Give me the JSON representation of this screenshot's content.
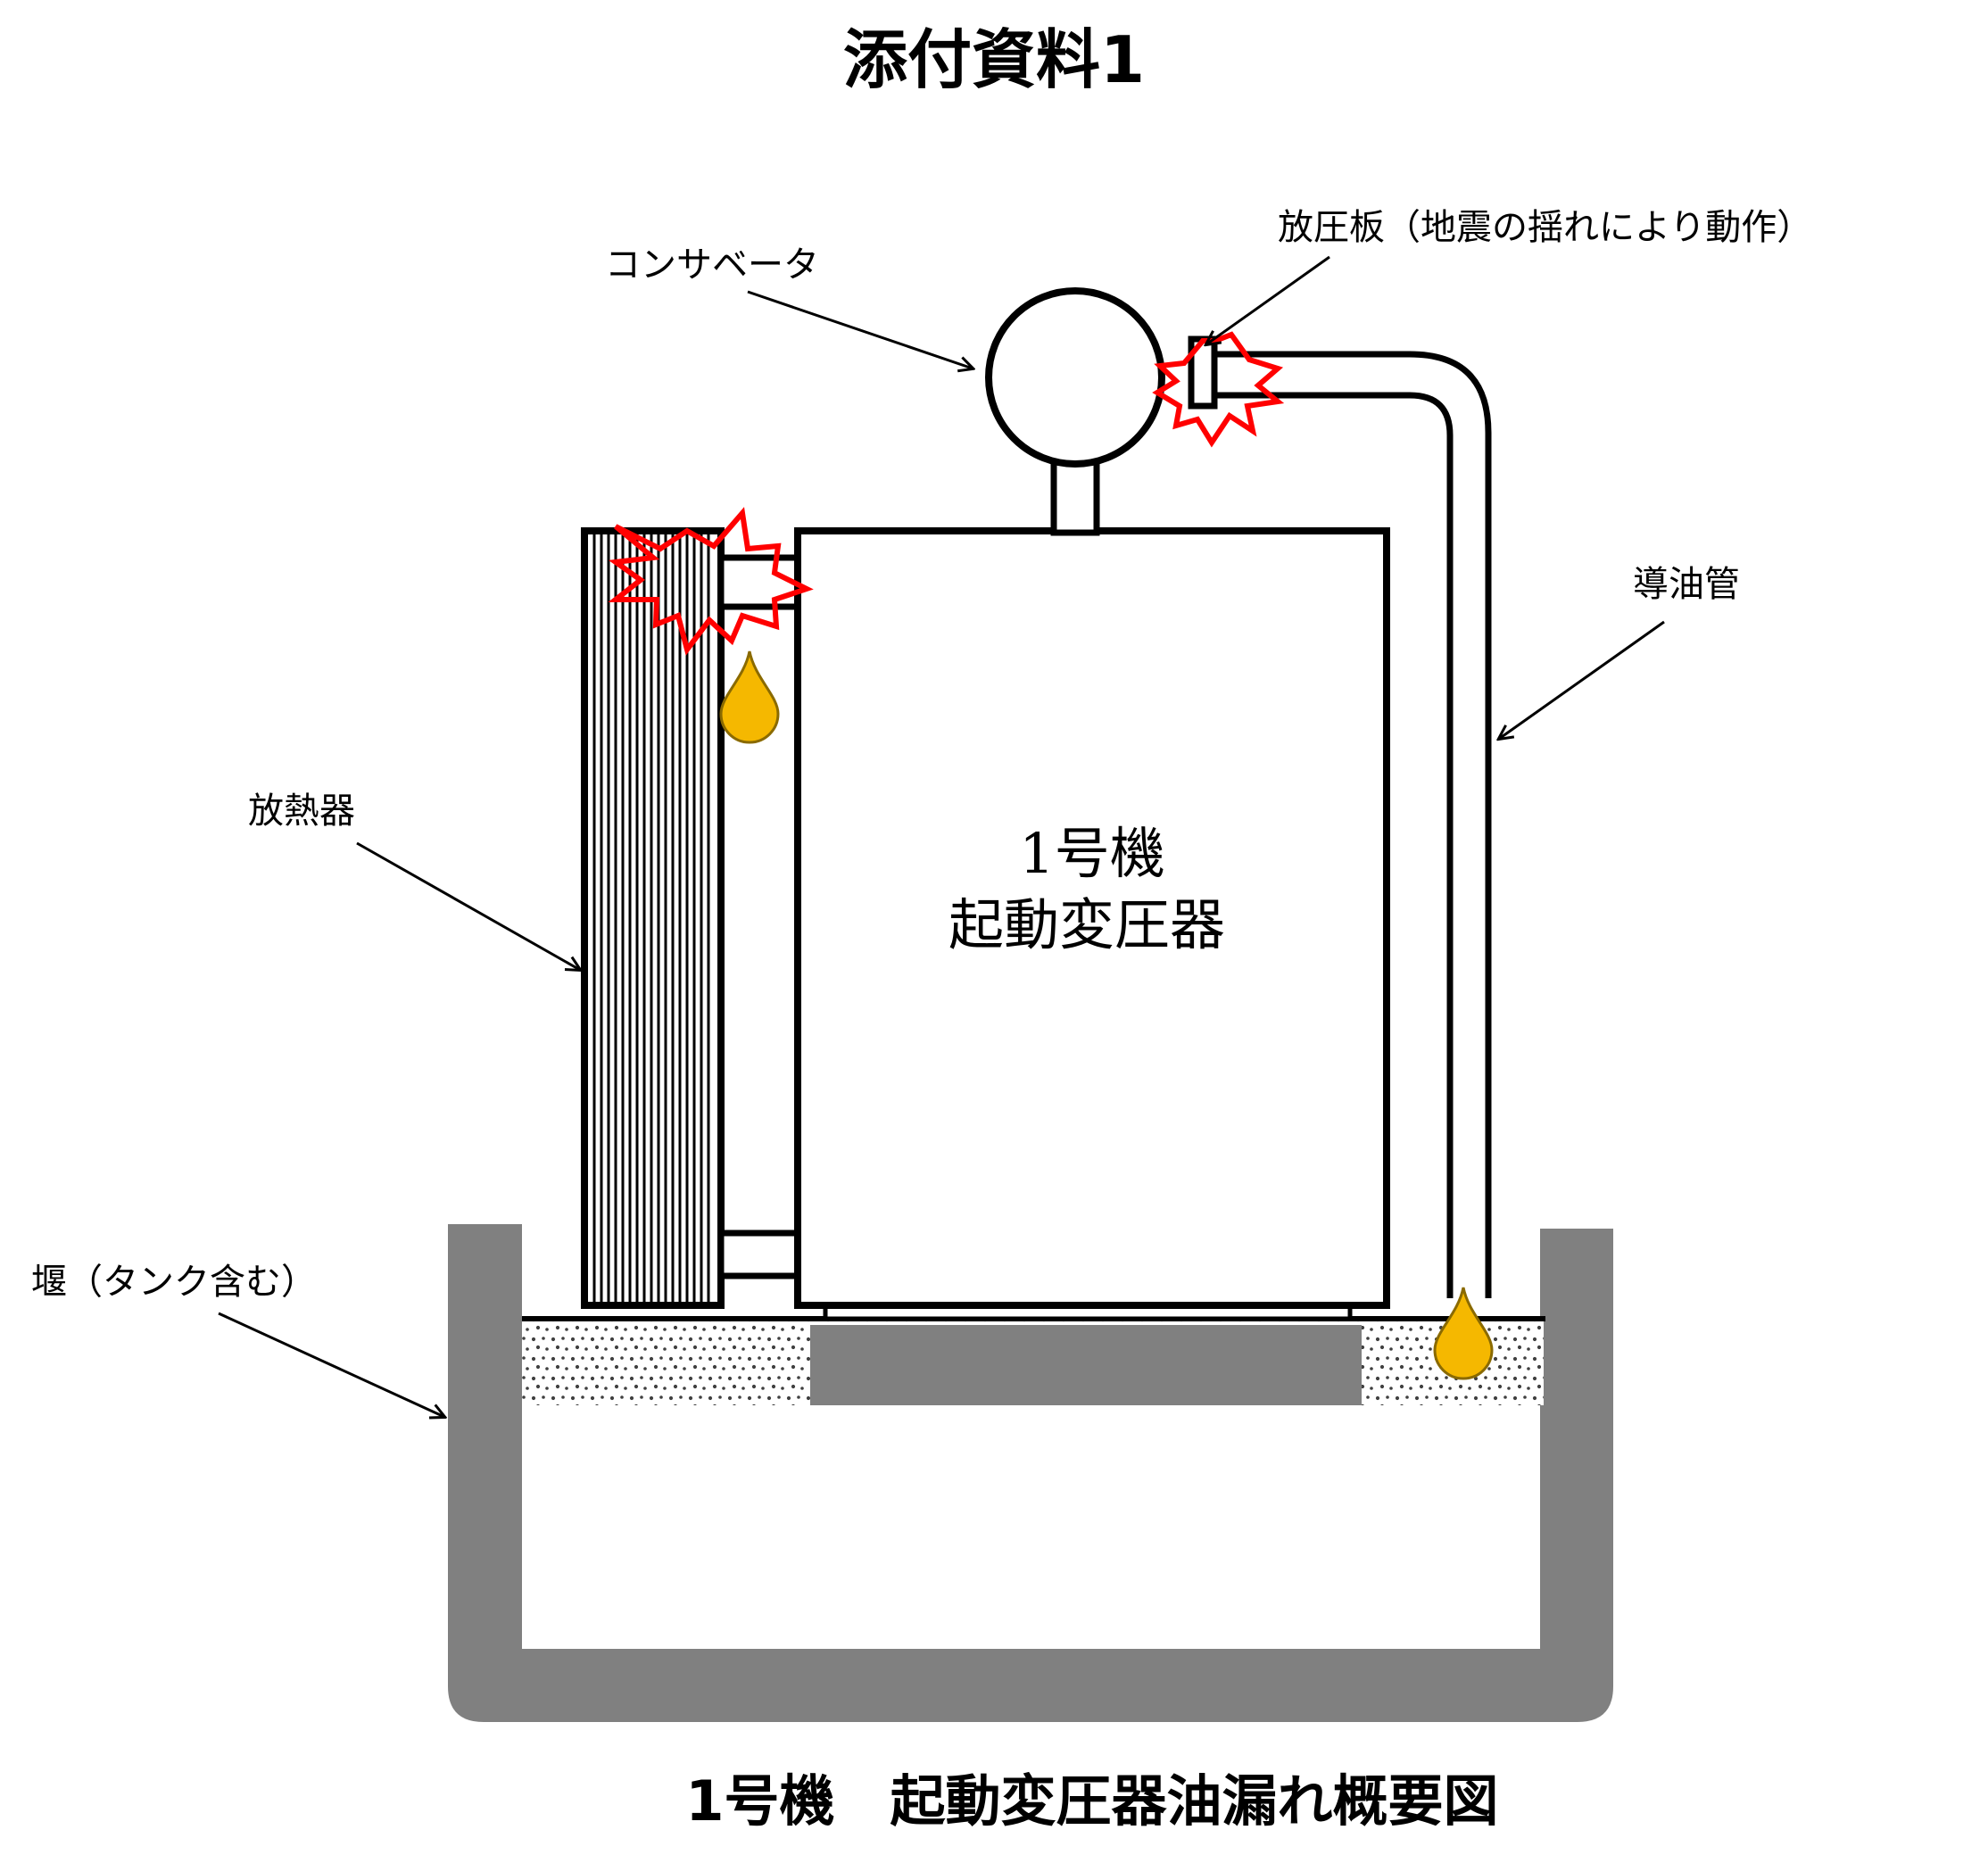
{
  "title": "添付資料1",
  "caption": "1号機　起動変圧器油漏れ概要図",
  "transformer_label": {
    "line1": "1号機",
    "line2": "起動変圧器"
  },
  "callouts": {
    "conservator": "コンサベータ",
    "pressure_relief": "放圧板（地震の揺れにより動作）",
    "oil_pipe": "導油管",
    "radiator": "放熱器",
    "dike": "堰（タンク含む）"
  },
  "colors": {
    "ink": "#000000",
    "concrete": "#808080",
    "damage": "#ff0000",
    "oil": "#f5b800",
    "oil_outline": "#8a6a00",
    "gravel_dot": "#404040"
  }
}
